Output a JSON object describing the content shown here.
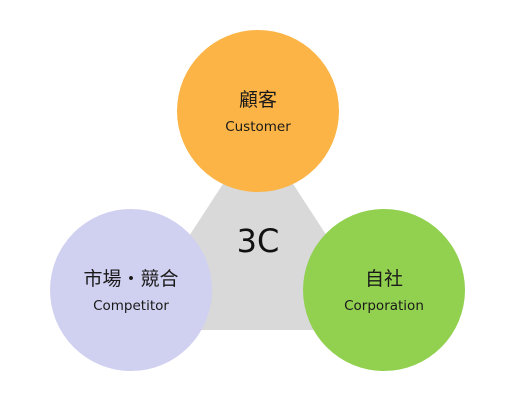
{
  "diagram": {
    "center_label": "3C",
    "triangle_color": "#d9d9d9",
    "nodes": [
      {
        "key": "customer",
        "label_jp": "顧客",
        "label_en": "Customer",
        "color": "#fbb445"
      },
      {
        "key": "competitor",
        "label_jp": "市場・競合",
        "label_en": "Competitor",
        "color": "#d0d0f0"
      },
      {
        "key": "corporation",
        "label_jp": "自社",
        "label_en": "Corporation",
        "color": "#92d050"
      }
    ]
  }
}
